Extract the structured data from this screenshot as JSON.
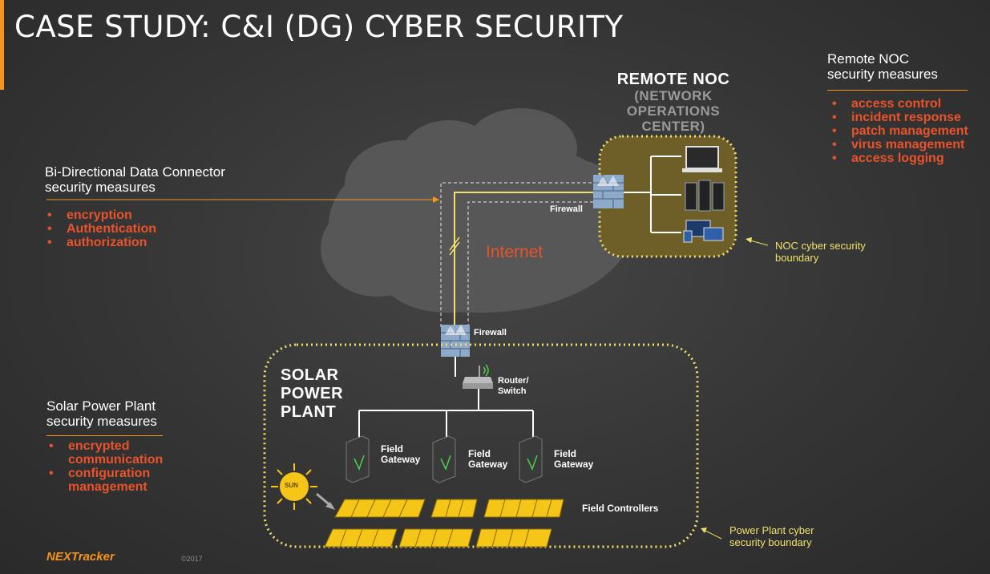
{
  "title": "CASE STUDY: C&I (DG) CYBER SECURITY",
  "remote_noc": {
    "title": "REMOTE NOC",
    "subtitle": "(NETWORK OPERATIONS CENTER)"
  },
  "remote_noc_measures": {
    "heading_line1": "Remote NOC",
    "heading_line2": "security measures",
    "items": [
      "access control",
      "incident response",
      "patch management",
      "virus management",
      "access logging"
    ]
  },
  "connector_measures": {
    "heading_line1": "Bi-Directional Data Connector",
    "heading_line2": "security measures",
    "items": [
      "encryption",
      "Authentication",
      "authorization"
    ]
  },
  "solar_measures": {
    "heading_line1": "Solar Power Plant",
    "heading_line2": "security measures",
    "items": [
      "encrypted communication",
      "configuration management"
    ]
  },
  "labels": {
    "internet": "Internet",
    "firewall_top": "Firewall",
    "firewall_bottom": "Firewall",
    "router_switch": "Router/ Switch",
    "field_gateway": "Field Gateway",
    "field_controllers": "Field Controllers",
    "sun": "SUN",
    "solar_plant": "SOLAR POWER PLANT"
  },
  "boundaries": {
    "noc": "NOC cyber security boundary",
    "plant": "Power Plant cyber security boundary"
  },
  "footer": {
    "logo": "NEXTracker",
    "copyright": "©2017"
  },
  "colors": {
    "accent": "#f7941d",
    "bullet_text": "#e8532b",
    "boundary": "#f0e06a",
    "noc_fill": "#6e5e28",
    "panel": "#f5c518"
  }
}
